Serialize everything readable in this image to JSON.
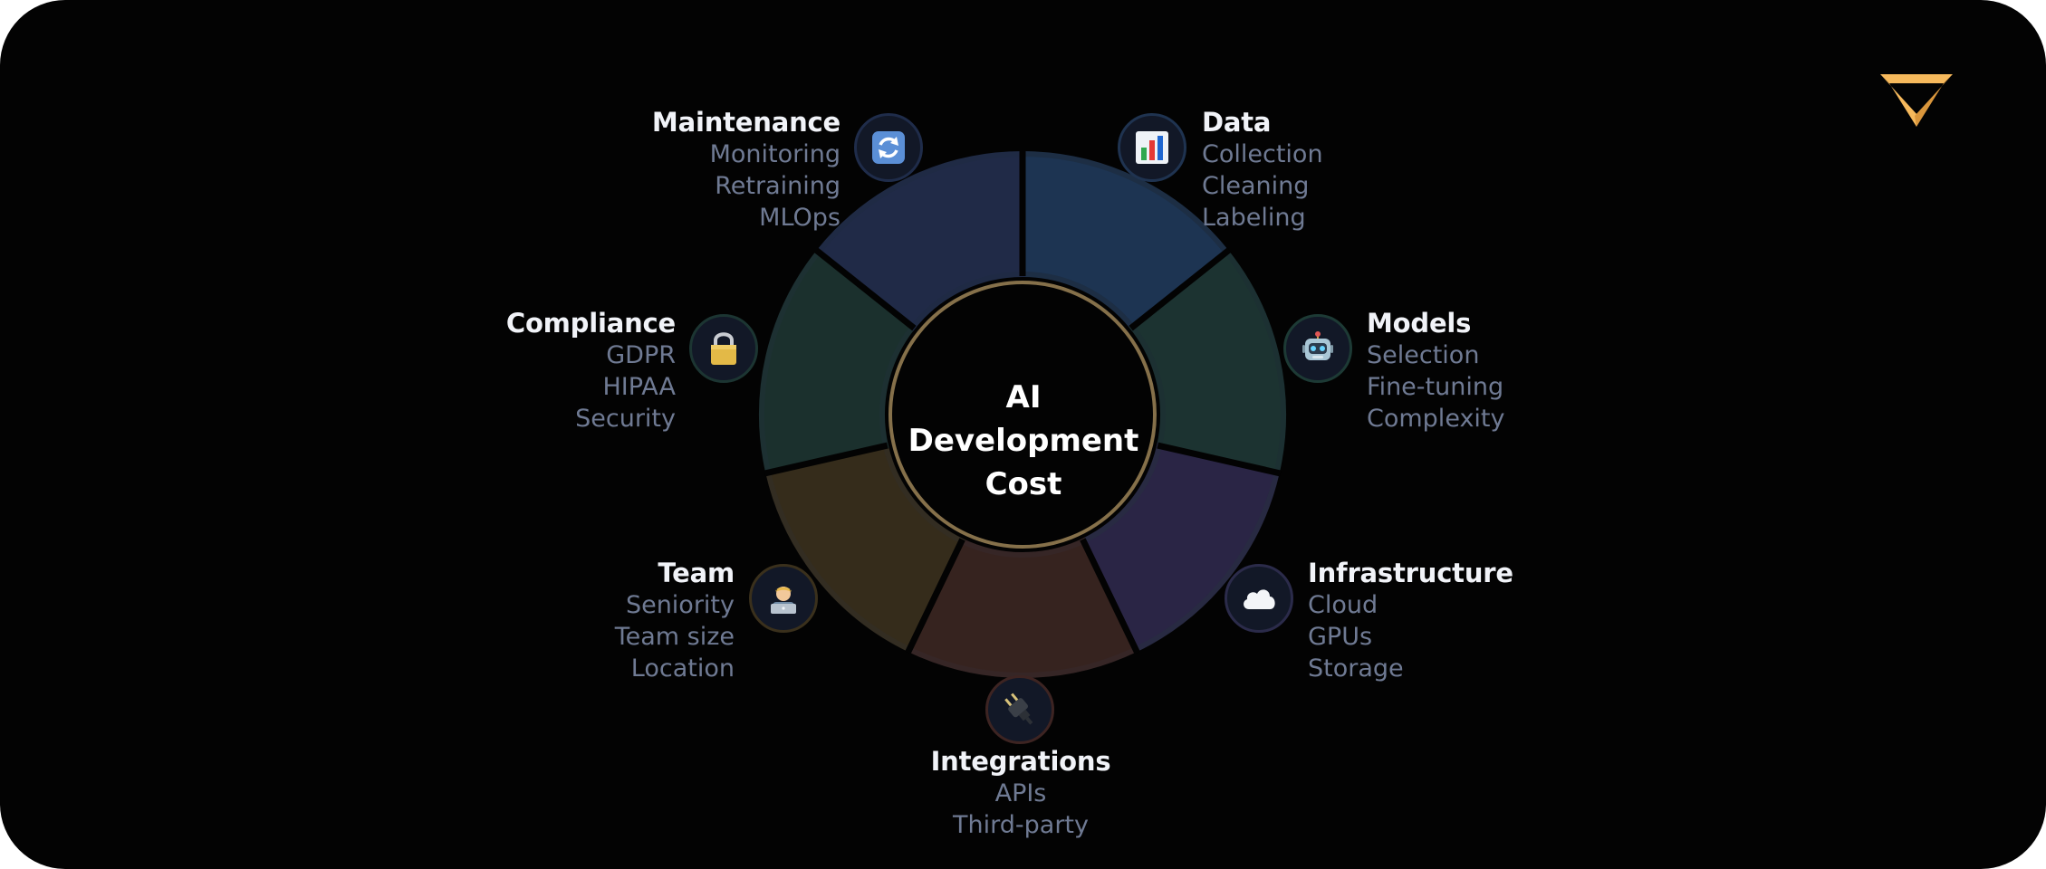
{
  "center": {
    "title_line1": "AI Development",
    "title_line2": "Cost"
  },
  "segments": [
    {
      "key": "data",
      "title": "Data",
      "items": [
        "Collection",
        "Cleaning",
        "Labeling"
      ],
      "fill": "#1d3452",
      "ring": "#1d2e44",
      "icon": "bar-chart-icon"
    },
    {
      "key": "models",
      "title": "Models",
      "items": [
        "Selection",
        "Fine-tuning",
        "Complexity"
      ],
      "fill": "#1c3331",
      "ring": "#1c3032",
      "icon": "robot-icon"
    },
    {
      "key": "infrastructure",
      "title": "Infrastructure",
      "items": [
        "Cloud",
        "GPUs",
        "Storage"
      ],
      "fill": "#2a2545",
      "ring": "#282a42",
      "icon": "cloud-icon"
    },
    {
      "key": "integrations",
      "title": "Integrations",
      "items": [
        "APIs",
        "Third-party"
      ],
      "fill": "#36231f",
      "ring": "#362626",
      "icon": "plug-icon"
    },
    {
      "key": "team",
      "title": "Team",
      "items": [
        "Seniority",
        "Team size",
        "Location"
      ],
      "fill": "#352c1b",
      "ring": "#332d22",
      "icon": "technologist-icon"
    },
    {
      "key": "compliance",
      "title": "Compliance",
      "items": [
        "GDPR",
        "HIPAA",
        "Security"
      ],
      "fill": "#1b302d",
      "ring": "#1d3032",
      "icon": "lock-icon"
    },
    {
      "key": "maintenance",
      "title": "Maintenance",
      "items": [
        "Monitoring",
        "Retraining",
        "MLOps"
      ],
      "fill": "#202a47",
      "ring": "#1f2a44",
      "icon": "refresh-icon"
    }
  ],
  "colors": {
    "background": "#030303",
    "center_ring": "#85704a",
    "logo": "#f6b95c"
  },
  "logo": {
    "icon": "brand-logo-icon"
  }
}
